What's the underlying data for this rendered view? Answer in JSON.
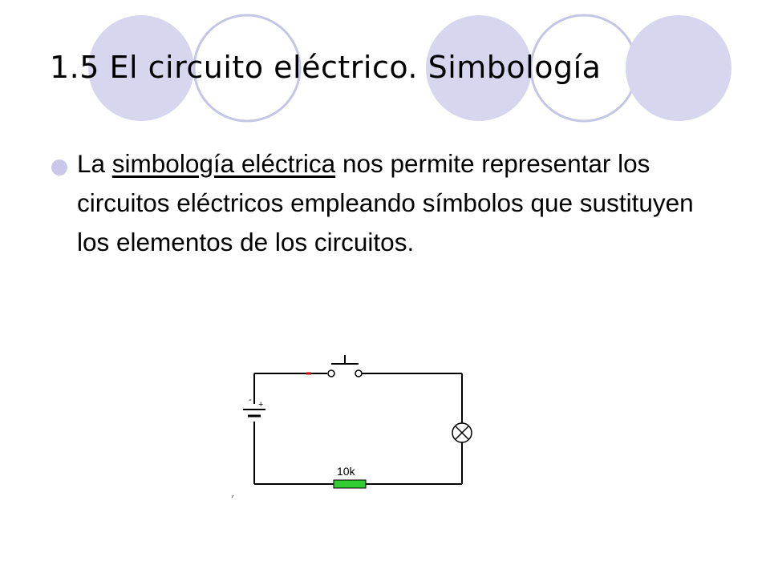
{
  "slide": {
    "title": "1.5 El circuito eléctrico. Simbología",
    "bullet": {
      "before": "La ",
      "link": "simbología eléctrica",
      "after": " nos permite representar los circuitos eléctricos empleando símbolos que sustituyen los elementos de los circuitos."
    }
  },
  "diagram": {
    "resistor_label": "10k",
    "battery_plus": "+",
    "battery_minus": "-"
  },
  "colors": {
    "circle_fill": "#d6d6ee",
    "circle_outline": "#c5c5e6",
    "bullet": "#c8c8ea",
    "resistor": "#33cc33",
    "wire": "#000000"
  }
}
